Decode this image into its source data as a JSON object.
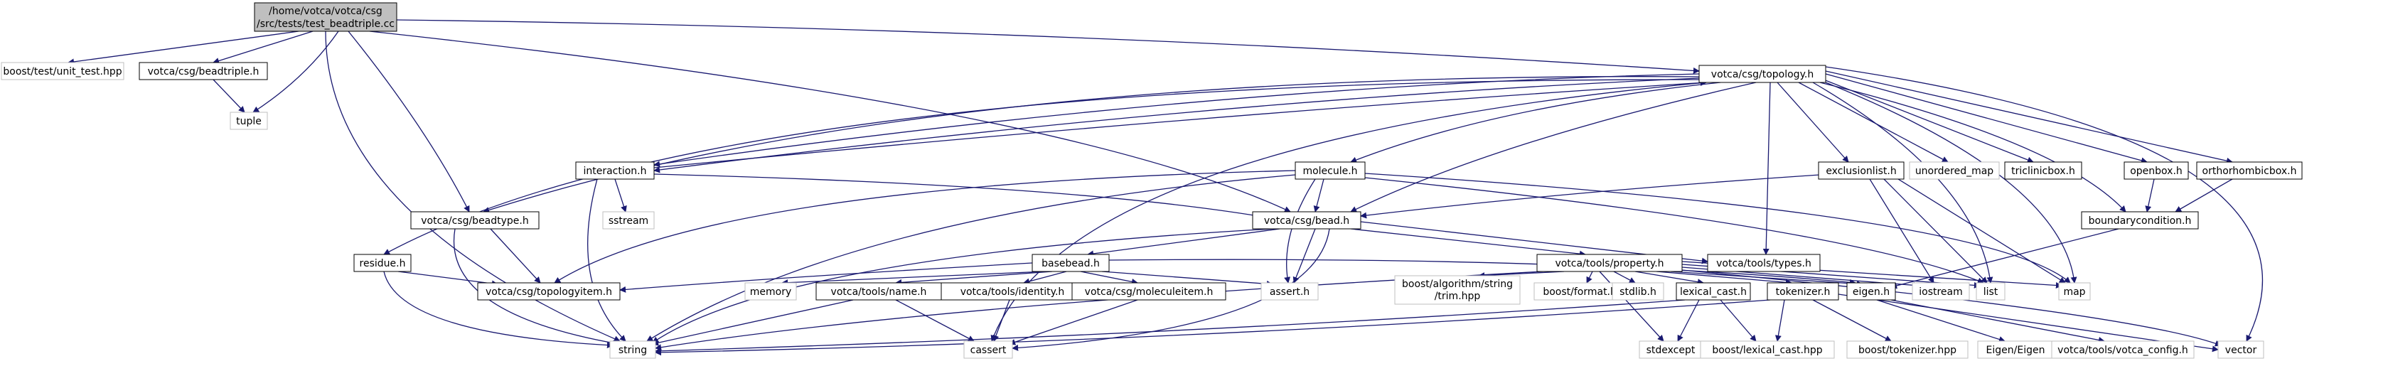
{
  "graph": {
    "root": {
      "line1": "/home/votca/votca/csg",
      "line2": "/src/tests/test_beadtriple.cc"
    },
    "node_labels": {
      "unit_test": "boost/test/unit_test.hpp",
      "beadtriple": "votca/csg/beadtriple.h",
      "tuple": "tuple",
      "topology": "votca/csg/topology.h",
      "interaction": "interaction.h",
      "sstream": "sstream",
      "beadtype": "votca/csg/beadtype.h",
      "residue": "residue.h",
      "topologyitem": "votca/csg/topologyitem.h",
      "molecule": "molecule.h",
      "bead": "votca/csg/bead.h",
      "basebead": "basebead.h",
      "memory": "memory",
      "name": "votca/tools/name.h",
      "identity": "votca/tools/identity.h",
      "moleculeitem": "votca/csg/moleculeitem.h",
      "assert": "assert.h",
      "string": "string",
      "cassert": "cassert",
      "property": "votca/tools/property.h",
      "types": "votca/tools/types.h",
      "trim_line1": "boost/algorithm/string",
      "trim_line2": "/trim.hpp",
      "format": "boost/format.hpp",
      "stdlib": "stdlib.h",
      "lexical_cast_h": "lexical_cast.h",
      "tokenizer_h": "tokenizer.h",
      "eigen_h": "eigen.h",
      "iostream": "iostream",
      "list": "list",
      "map": "map",
      "stdexcept": "stdexcept",
      "lexical_cast_hpp": "boost/lexical_cast.hpp",
      "tokenizer_hpp": "boost/tokenizer.hpp",
      "eigen_eigen": "Eigen/Eigen",
      "votca_config": "votca/tools/votca_config.h",
      "vector": "vector",
      "exclusionlist": "exclusionlist.h",
      "unordered_map": "unordered_map",
      "triclinicbox": "triclinicbox.h",
      "openbox": "openbox.h",
      "orthorhombicbox": "orthorhombicbox.h",
      "boundarycondition": "boundarycondition.h"
    }
  }
}
